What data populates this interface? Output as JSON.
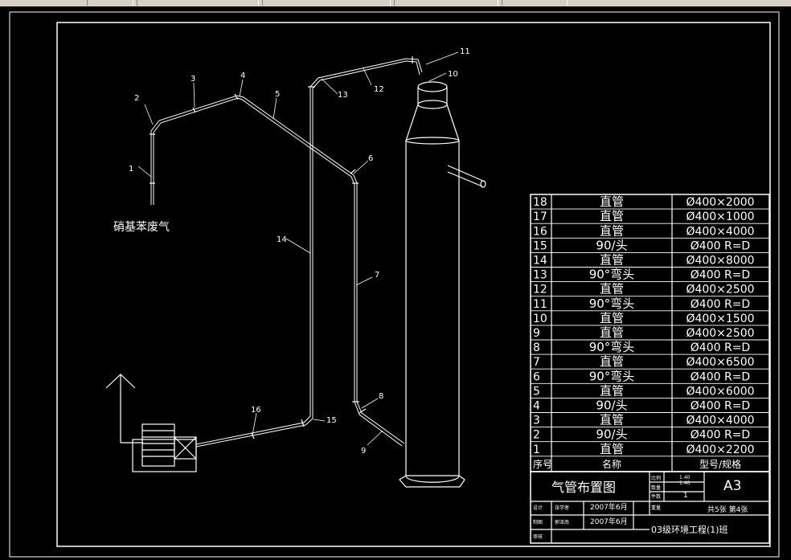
{
  "label": {
    "source": "硝基苯废气"
  },
  "callouts": [
    "1",
    "2",
    "3",
    "4",
    "5",
    "6",
    "7",
    "8",
    "9",
    "10",
    "11",
    "12",
    "13",
    "14",
    "15",
    "16"
  ],
  "bom": {
    "rows": [
      {
        "no": "18",
        "name": "直管",
        "spec": "Ø400×2000"
      },
      {
        "no": "17",
        "name": "直管",
        "spec": "Ø400×1000"
      },
      {
        "no": "16",
        "name": "直管",
        "spec": "Ø400×4000"
      },
      {
        "no": "15",
        "name": "90/头",
        "spec": "Ø400 R=D"
      },
      {
        "no": "14",
        "name": "直管",
        "spec": "Ø400×8000"
      },
      {
        "no": "13",
        "name": "90°弯头",
        "spec": "Ø400 R=D"
      },
      {
        "no": "12",
        "name": "直管",
        "spec": "Ø400×2500"
      },
      {
        "no": "11",
        "name": "90°弯头",
        "spec": "Ø400 R=D"
      },
      {
        "no": "10",
        "name": "直管",
        "spec": "Ø400×1500"
      },
      {
        "no": "9",
        "name": "直管",
        "spec": "Ø400×2500"
      },
      {
        "no": "8",
        "name": "90°弯头",
        "spec": "Ø400 R=D"
      },
      {
        "no": "7",
        "name": "直管",
        "spec": "Ø400×6500"
      },
      {
        "no": "6",
        "name": "90°弯头",
        "spec": "Ø400 R=D"
      },
      {
        "no": "5",
        "name": "直管",
        "spec": "Ø400×6000"
      },
      {
        "no": "4",
        "name": "90/头",
        "spec": "Ø400 R=D"
      },
      {
        "no": "3",
        "name": "直管",
        "spec": "Ø400×4000"
      },
      {
        "no": "2",
        "name": "90/头",
        "spec": "Ø400 R=D"
      },
      {
        "no": "1",
        "name": "直管",
        "spec": "Ø400×2200"
      }
    ],
    "header": {
      "no": "序号",
      "name": "名称",
      "spec": "型号/规格"
    }
  },
  "title_block": {
    "title": "气管布置图",
    "sheet_code": "A3",
    "scale_label_1": "比例",
    "scale_label_2": "数量",
    "scale_value_1": "1:40",
    "scale_value_2": "1:40",
    "qty_label": "件数",
    "qty_value": "1",
    "weight_label": "重量",
    "sheets": "共5张  第4张",
    "design_label": "设计",
    "design_name": "张学者",
    "design_date": "2007年6月",
    "check_label": "制图",
    "check_name": "郭泽南",
    "check_date": "2007年6月",
    "review_label": "审核",
    "class": "03级环境工程(1)班"
  }
}
